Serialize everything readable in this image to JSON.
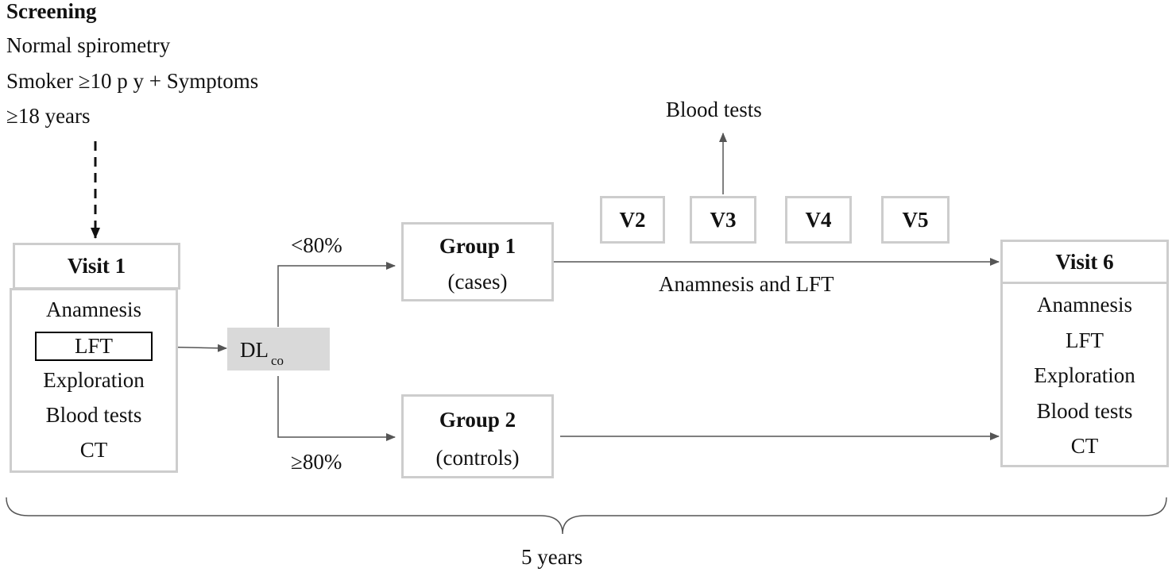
{
  "screening": {
    "title": "Screening",
    "criteria": [
      "Normal spirometry",
      "Smoker ≥10 p y + Symptoms",
      "≥18 years"
    ]
  },
  "visit1": {
    "title": "Visit 1",
    "items": [
      "Anamnesis",
      "LFT",
      "Exploration",
      "Blood tests",
      "CT"
    ]
  },
  "dlco": {
    "main": "DL",
    "sub": "co"
  },
  "branches": {
    "low": "<80%",
    "high": "≥80%"
  },
  "group1": {
    "title": "Group 1",
    "subtitle": "(cases)"
  },
  "group2": {
    "title": "Group 2",
    "subtitle": "(controls)"
  },
  "followup_visits": [
    "V2",
    "V3",
    "V4",
    "V5"
  ],
  "blood_tests_label": "Blood tests",
  "followup_label": "Anamnesis and LFT",
  "visit6": {
    "title": "Visit 6",
    "items": [
      "Anamnesis",
      "LFT",
      "Exploration",
      "Blood tests",
      "CT"
    ]
  },
  "duration": "5 years",
  "colors": {
    "box_border": "#cdcdcd",
    "arrow": "#555555",
    "dlco_fill": "#d9d9d9",
    "lft_border": "#000000"
  }
}
